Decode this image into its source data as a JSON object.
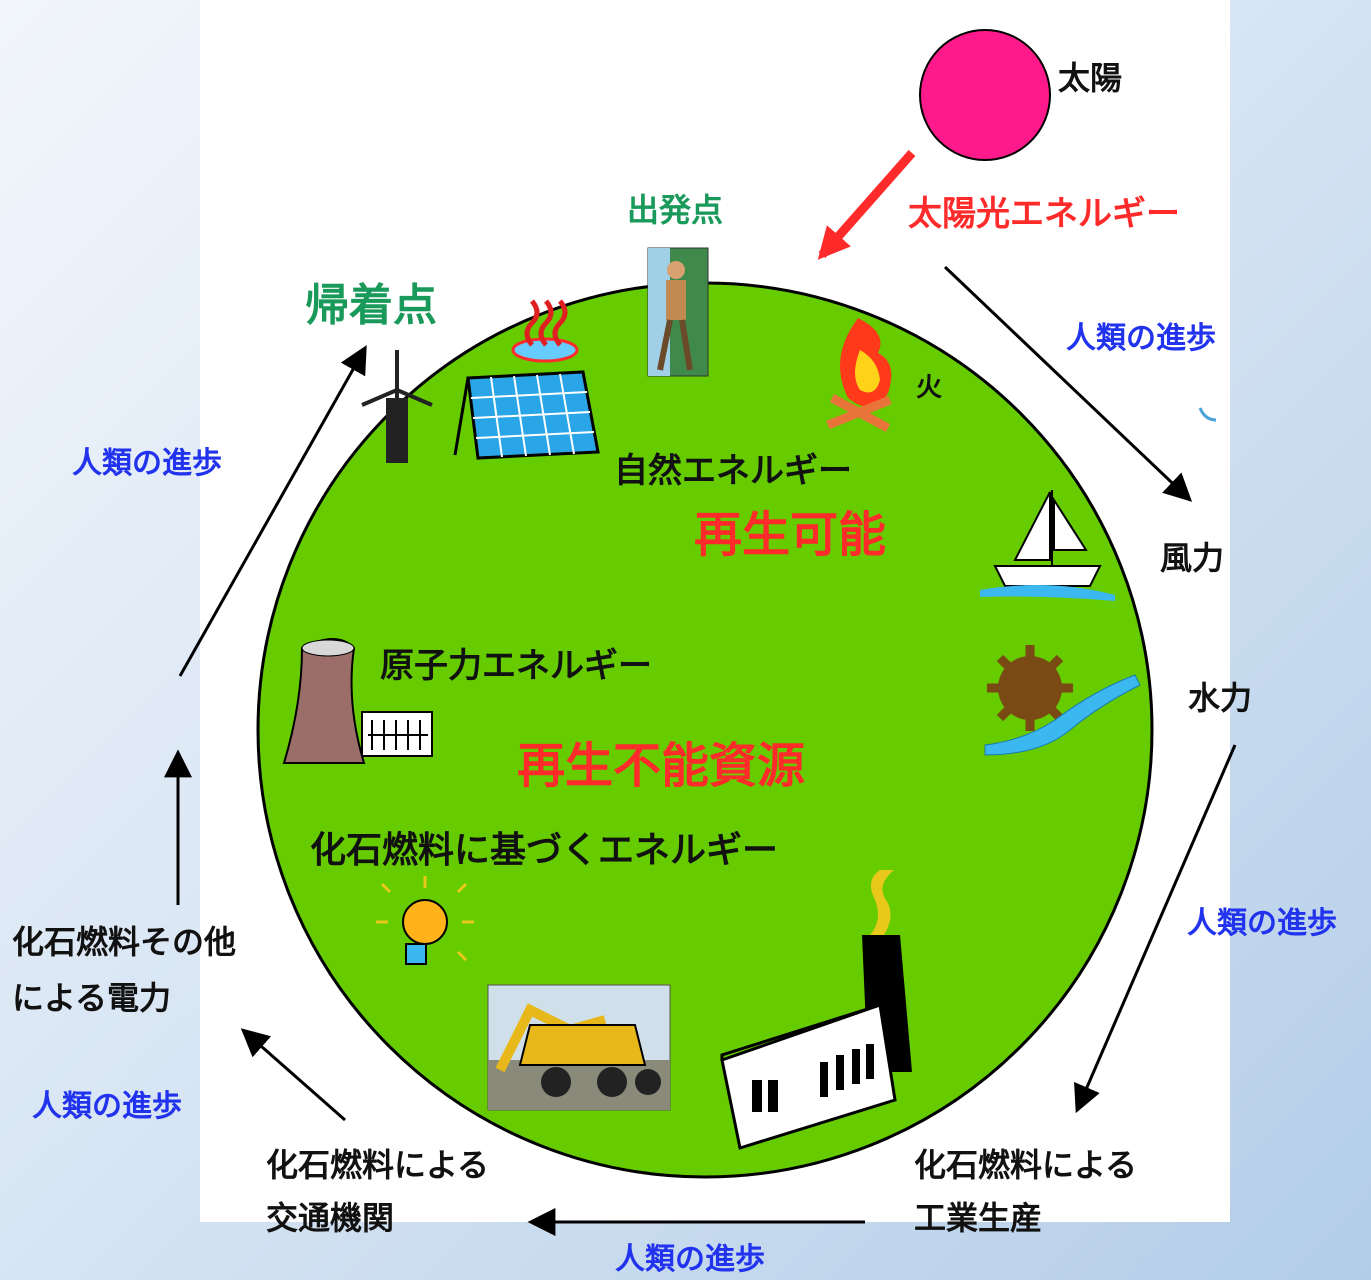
{
  "colors": {
    "circle": "#66cc00",
    "sun": "#ff1a8c",
    "solar_arrow": "#ff2a2a",
    "progress_text": "#2233ee",
    "heading_text": "#1a9a5a",
    "emphasis_text": "#ff2a2a"
  },
  "labels": {
    "sun": "太陽",
    "solar_energy": "太陽光エネルギー",
    "start_point": "出発点",
    "return_point": "帰着点",
    "fire": "火",
    "natural_energy": "自然エネルギー",
    "renewable": "再生可能",
    "wind_power": "風力",
    "water_power": "水力",
    "nuclear_energy": "原子力エネルギー",
    "non_renewable": "再生不能資源",
    "fossil_energy": "化石燃料に基づくエネルギー",
    "electricity_line1": "化石燃料その他",
    "electricity_line2": "による電力",
    "transport_line1": "化石燃料による",
    "transport_line2": "交通機関",
    "industry_line1": "化石燃料による",
    "industry_line2": "工業生産"
  },
  "progress": {
    "top_right": "人類の進歩",
    "left_upper": "人類の進歩",
    "right_middle": "人類の進歩",
    "left_lower": "人類の進歩",
    "bottom": "人類の進歩"
  },
  "icons": [
    "sun-icon",
    "hot-spring-icon",
    "farmer-icon",
    "campfire-icon",
    "windmill-icon",
    "solar-panel-icon",
    "sailboat-icon",
    "water-wheel-icon",
    "nuclear-plant-icon",
    "light-bulb-icon",
    "mining-truck-icon",
    "factory-icon"
  ]
}
